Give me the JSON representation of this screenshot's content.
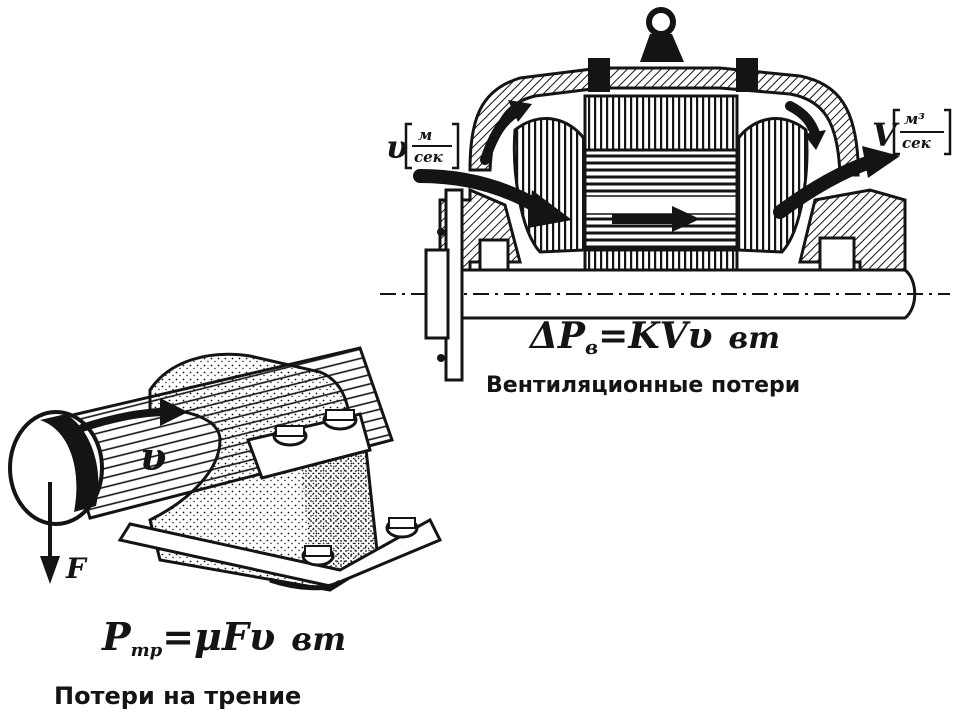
{
  "fan": {
    "formula": "ΔP",
    "formula_sub": "в",
    "formula_rest": "=KVυ",
    "formula_unit": "вт",
    "caption": "Вентиляционные потери",
    "v_left": "υ",
    "v_left_unit_top": "м",
    "v_left_unit_bottom": "сек",
    "v_right": "V",
    "v_right_unit_top": "м³",
    "v_right_unit_bottom": "сек"
  },
  "bearing": {
    "formula": "P",
    "formula_sub": "тр",
    "formula_rest": "=μFυ",
    "formula_unit": "вт",
    "caption": "Потери на трение",
    "force_label": "F",
    "velocity_label": "υ"
  },
  "colors": {
    "ink": "#141414",
    "paper": "#ffffff"
  }
}
